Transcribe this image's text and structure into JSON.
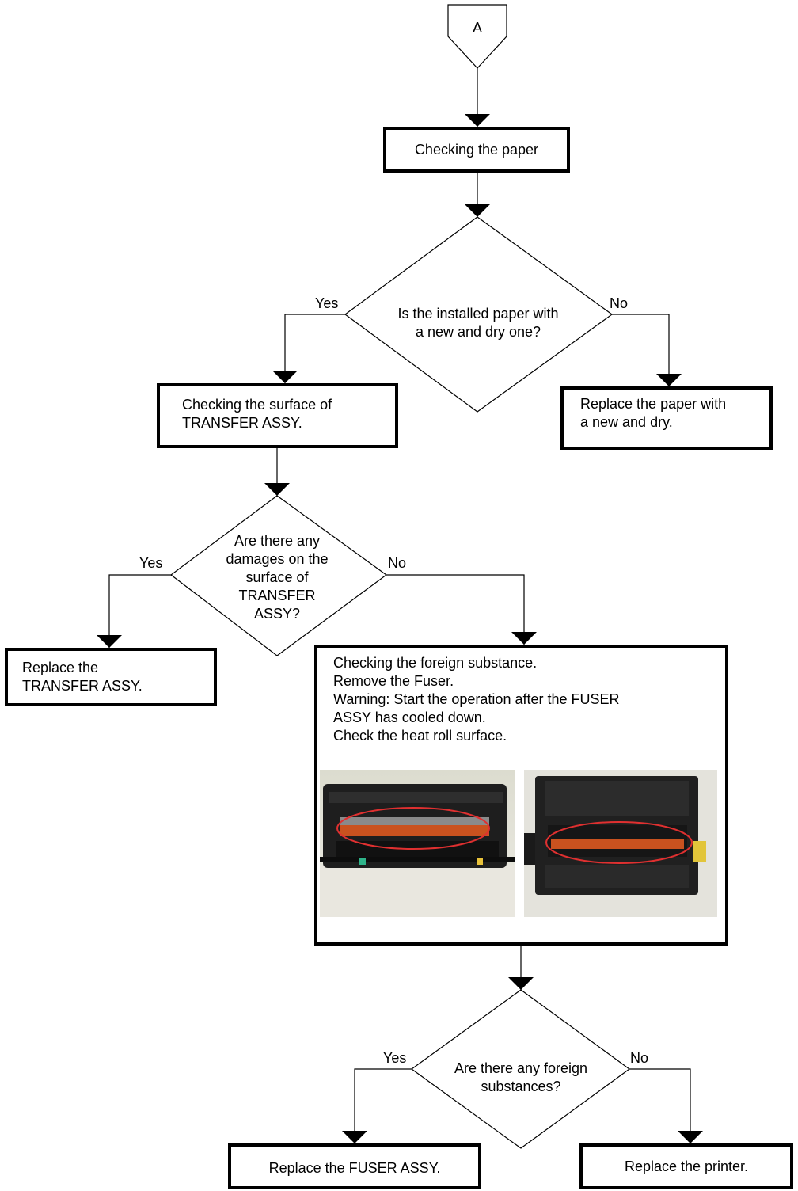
{
  "connector": {
    "label": "A"
  },
  "steps": {
    "check_paper": "Checking the paper",
    "check_transfer": "Checking the surface of\nTRANSFER ASSY.",
    "replace_paper": "Replace the paper with\na new and dry.",
    "replace_transfer": "Replace the\nTRANSFER ASSY.",
    "foreign_substance": "Checking the foreign substance.\nRemove the Fuser.\nWarning: Start the operation after the FUSER\nASSY has cooled down.\nCheck the heat roll surface.",
    "replace_fuser": "Replace the FUSER ASSY.",
    "replace_printer": "Replace the printer."
  },
  "decisions": {
    "paper_question": "Is the installed paper with\na new and dry one?",
    "damage_question": "Are there any\ndamages on the\nsurface of\nTRANSFER\nASSY?",
    "foreign_question": "Are there any foreign\nsubstances?"
  },
  "branch_labels": {
    "yes": "Yes",
    "no": "No"
  },
  "colors": {
    "stroke": "#000000",
    "highlight_ring": "#e03030",
    "fuser_body": "#1c1c1c",
    "heat_roll": "#d9561e"
  }
}
